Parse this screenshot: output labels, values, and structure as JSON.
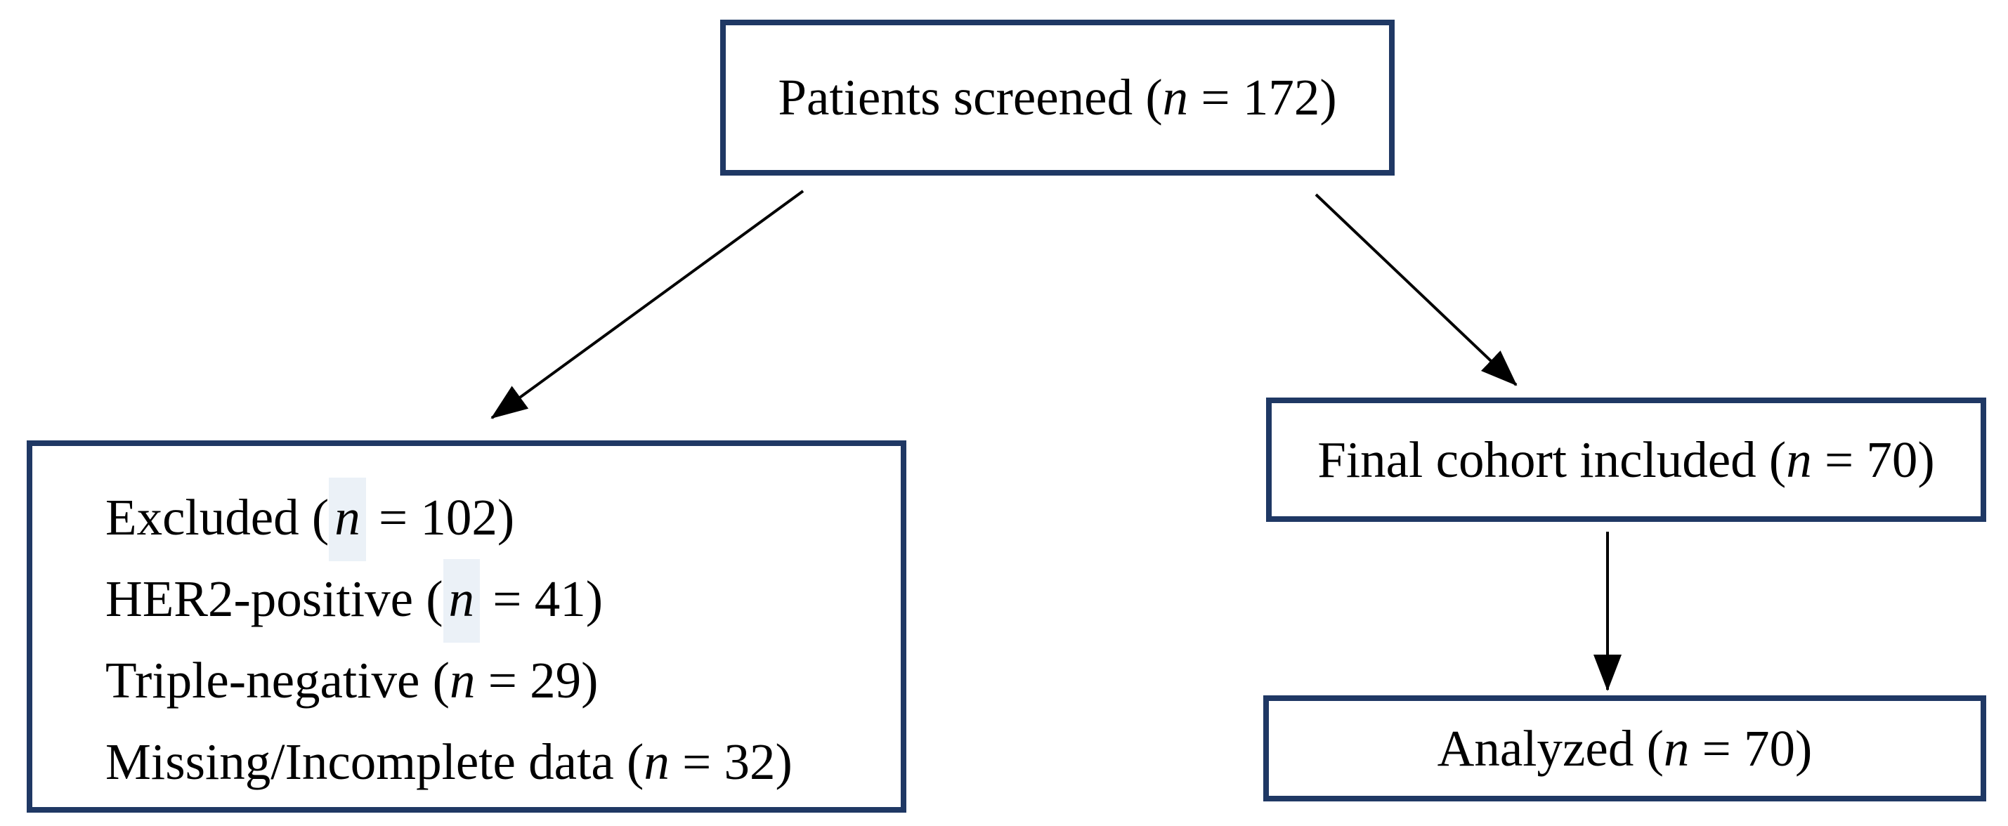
{
  "diagram": {
    "type": "patient-flowchart",
    "background_color": "#ffffff",
    "box_border_color": "#1f3864",
    "text_color": "#000000",
    "arrow_color": "#000000",
    "n_highlight_color": "#ebf1f7",
    "boxes": {
      "screened": {
        "pre": "Patients screened (",
        "n": "n",
        "post": " = 172)"
      },
      "excluded": {
        "lines": [
          {
            "pre": "Excluded (",
            "n": "n",
            "post": " = 102)",
            "n_highlighted": true
          },
          {
            "pre": "HER2-positive (",
            "n": "n",
            "post": " = 41)",
            "n_highlighted": true
          },
          {
            "pre": "Triple-negative (",
            "n": "n",
            "post": " = 29)",
            "n_highlighted": false
          },
          {
            "pre": "Missing/Incomplete data (",
            "n": "n",
            "post": " = 32)",
            "n_highlighted": false
          }
        ]
      },
      "final_cohort": {
        "pre": "Final cohort included (",
        "n": "n",
        "post": " = 70)"
      },
      "analyzed": {
        "pre": "Analyzed (",
        "n": "n",
        "post": " = 70)"
      }
    }
  }
}
